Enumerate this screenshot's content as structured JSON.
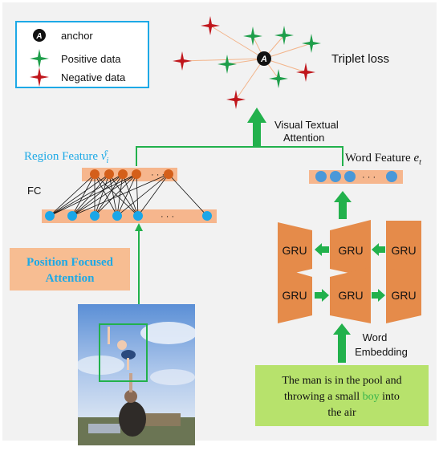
{
  "colors": {
    "panel_bg": "#f2f2f2",
    "legend_border": "#1da9e6",
    "anchor": "#111111",
    "positive": "#1e9e4a",
    "negative": "#c0161c",
    "connector": "#f3b48a",
    "arrow": "#22b14c",
    "region_label": "#1da9e6",
    "fc_node_top": "#d45f1a",
    "fc_node_bottom": "#1aa6e8",
    "feature_bar": "#f6b68d",
    "word_node": "#4a98d8",
    "gru_fill": "#e58b4a",
    "pfa_box": "#f7bd92",
    "pfa_text": "#1da9e6",
    "sentence_box": "#b7e26c",
    "sentence_highlight": "#35b34a"
  },
  "legend": {
    "anchor_symbol": "A",
    "anchor_label": "anchor",
    "positive_label": "Positive data",
    "negative_label": "Negative data"
  },
  "triplet": {
    "title": "Triplet loss",
    "anchor_symbol": "A"
  },
  "attention": {
    "line1": "Visual Textual",
    "line2": "Attention"
  },
  "region_feature": {
    "label": "Region Feature ",
    "symbol": "v",
    "sub": "i",
    "sup": "e"
  },
  "word_feature": {
    "label": "Word Feature ",
    "symbol": "e",
    "sub": "t"
  },
  "fc_label": "FC",
  "dots": "· · ·",
  "pfa": {
    "line1": "Position Focused",
    "line2": "Attention"
  },
  "gru": {
    "top": [
      "GRU",
      "GRU",
      "GRU"
    ],
    "bottom": [
      "GRU",
      "GRU",
      "GRU"
    ]
  },
  "word_embedding": {
    "line1": "Word",
    "line2": "Embedding"
  },
  "sentence": {
    "line1": "The man is in the pool and",
    "line2_before": "throwing a small ",
    "line2_highlight": "boy",
    "line2_after": " into",
    "line3": "the air"
  }
}
